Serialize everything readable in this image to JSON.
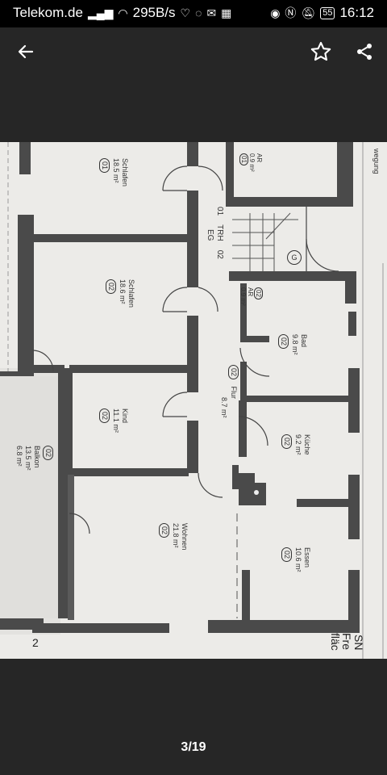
{
  "status_bar": {
    "carrier": "Telekom.de",
    "speed": "295B/s",
    "battery": "55",
    "time": "16:12"
  },
  "toolbar": {
    "back_icon": "arrow-left-icon",
    "favorite_icon": "star-outline-icon",
    "share_icon": "share-icon"
  },
  "floorplan": {
    "header_fragment": "wegung",
    "rooms": [
      {
        "name": "Schlafen",
        "area": "18.5 m²",
        "code": "01"
      },
      {
        "name": "AR",
        "area": "0.9 m²",
        "code": "01"
      },
      {
        "name": "Schlafen",
        "area": "18.6 m²",
        "code": "02"
      },
      {
        "name": "AR",
        "area": "0.9 m²",
        "code": "02"
      },
      {
        "name": "Bad",
        "area": "9.8 m²",
        "code": "02"
      },
      {
        "name": "Flur",
        "area": "8.7 m²",
        "code": "02"
      },
      {
        "name": "Kind",
        "area": "11.1 m²",
        "code": "02"
      },
      {
        "name": "Küche",
        "area": "9.2 m²",
        "code": "02"
      },
      {
        "name": "Balkon",
        "area": "13.5 m²",
        "area2": "6.8 m²",
        "code": "02"
      },
      {
        "name": "Wohnen",
        "area": "21.8 m²",
        "code": "02"
      },
      {
        "name": "Essen",
        "area": "10.6 m²",
        "code": "02"
      }
    ],
    "stair": {
      "code1": "01",
      "label": "TRH",
      "level": "EG",
      "code2": "02",
      "g": "G"
    },
    "footer_fragments": [
      "SN",
      "Fre",
      "fläc",
      "2"
    ]
  },
  "pager": {
    "text": "3/19"
  }
}
